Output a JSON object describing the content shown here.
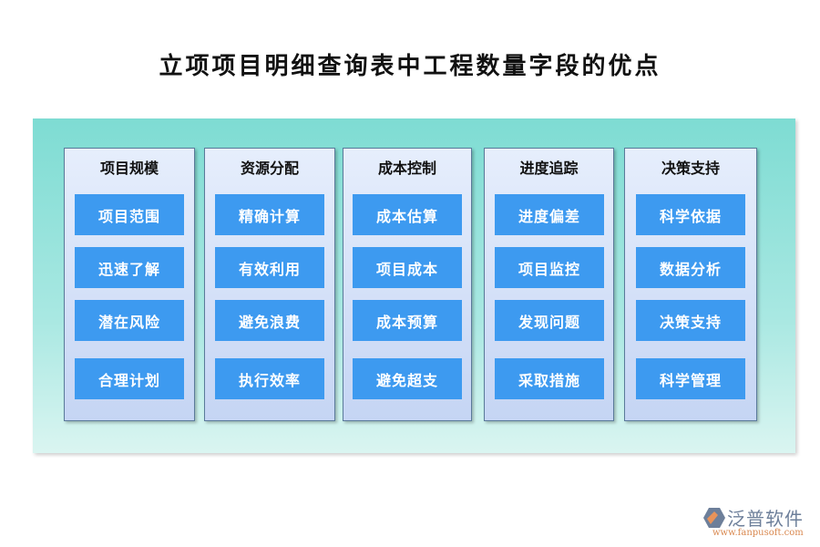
{
  "title": "立项项目明细查询表中工程数量字段的优点",
  "columns": [
    {
      "header": "项目规模",
      "items": [
        "项目范围",
        "迅速了解",
        "潜在风险",
        "合理计划"
      ]
    },
    {
      "header": "资源分配",
      "items": [
        "精确计算",
        "有效利用",
        "避免浪费",
        "执行效率"
      ]
    },
    {
      "header": "成本控制",
      "items": [
        "成本估算",
        "项目成本",
        "成本预算",
        "避免超支"
      ]
    },
    {
      "header": "进度追踪",
      "items": [
        "进度偏差",
        "项目监控",
        "发现问题",
        "采取措施"
      ]
    },
    {
      "header": "决策支持",
      "items": [
        "科学依据",
        "数据分析",
        "决策支持",
        "科学管理"
      ]
    }
  ],
  "logo": {
    "name": "泛普软件",
    "url": "www.fanpusoft.com"
  },
  "colors": {
    "button": "#3d9af0",
    "panel": "#7edcd3"
  }
}
